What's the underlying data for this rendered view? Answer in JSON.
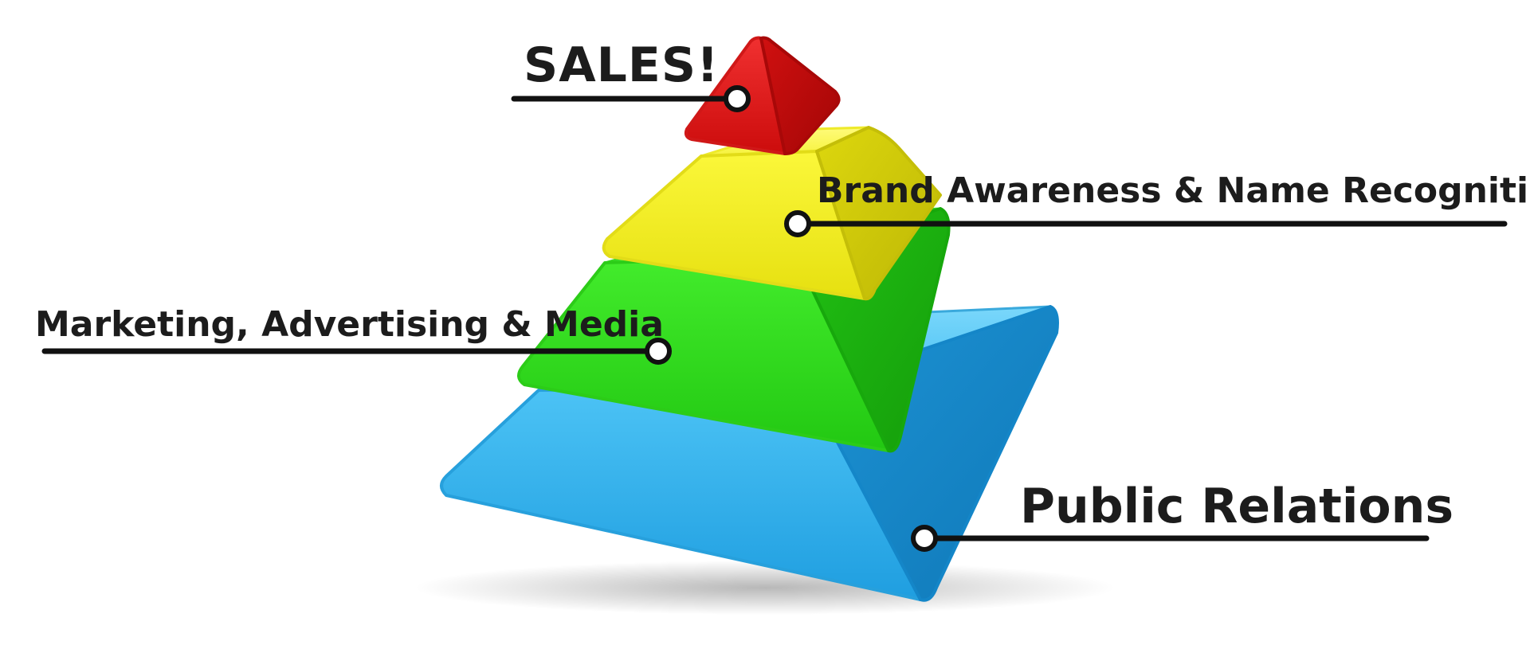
{
  "diagram": {
    "labels": {
      "sales": "SALES!",
      "brand": "Brand Awareness & Name Recognition",
      "marketing": "Marketing, Advertising & Media",
      "public_relations": "Public Relations"
    },
    "tiers": [
      {
        "name": "SALES!",
        "color": "#e01010"
      },
      {
        "name": "Brand Awareness & Name Recognition",
        "color": "#f2ee1a"
      },
      {
        "name": "Marketing, Advertising & Media",
        "color": "#2ee01a"
      },
      {
        "name": "Public Relations",
        "color": "#2aa8e6"
      }
    ],
    "leader_color": "#111111"
  }
}
